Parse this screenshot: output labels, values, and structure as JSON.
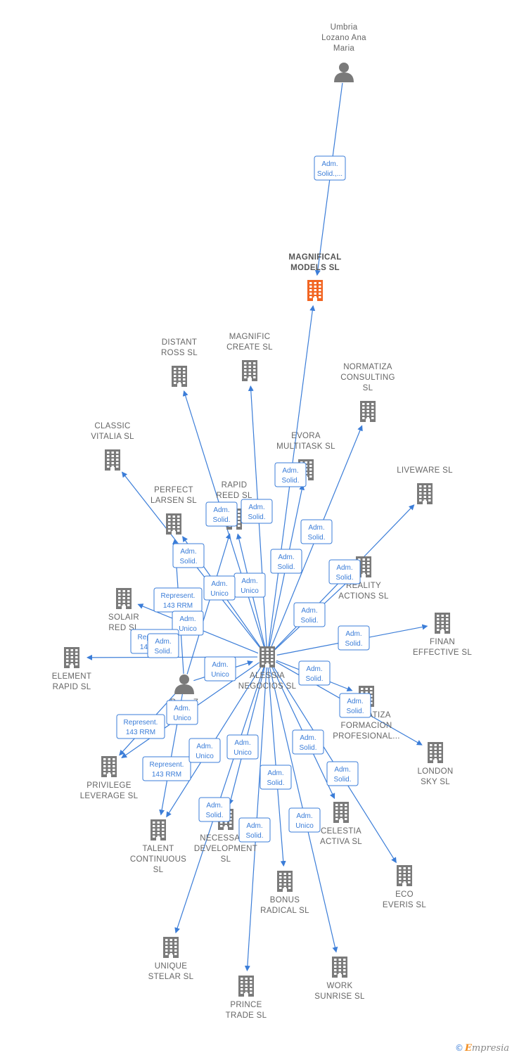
{
  "colors": {
    "edge": "#3b7dd8",
    "company": "#7a7a7a",
    "main_company": "#f26522",
    "person": "#7a7a7a"
  },
  "nodes": [
    {
      "id": "umbria",
      "type": "person",
      "label": [
        "Umbria",
        "Lozano Ana",
        "Maria"
      ]
    },
    {
      "id": "magnifical",
      "type": "main",
      "label": [
        "MAGNIFICAL",
        "MODELS  SL"
      ]
    },
    {
      "id": "distant",
      "type": "company",
      "label": [
        "DISTANT",
        "ROSS  SL"
      ]
    },
    {
      "id": "magnific",
      "type": "company",
      "label": [
        "MAGNIFIC",
        "CREATE  SL"
      ]
    },
    {
      "id": "normatiza_c",
      "type": "company",
      "label": [
        "NORMATIZA",
        "CONSULTING",
        "SL"
      ]
    },
    {
      "id": "classic",
      "type": "company",
      "label": [
        "CLASSIC",
        "VITALIA  SL"
      ]
    },
    {
      "id": "evora",
      "type": "company",
      "label": [
        "EVORA",
        "MULTITASK  SL"
      ]
    },
    {
      "id": "liveware",
      "type": "company",
      "label": [
        "LIVEWARE  SL"
      ]
    },
    {
      "id": "perfect",
      "type": "company",
      "label": [
        "PERFECT",
        "LARSEN  SL"
      ]
    },
    {
      "id": "rapid",
      "type": "company",
      "label": [
        "RAPID",
        "REED  SL"
      ]
    },
    {
      "id": "reality",
      "type": "company",
      "label": [
        "REALITY",
        "ACTIONS  SL"
      ]
    },
    {
      "id": "solair",
      "type": "company",
      "label": [
        "SOLAIR",
        "RED  SL"
      ]
    },
    {
      "id": "finan",
      "type": "company",
      "label": [
        "FINAN",
        "EFFECTIVE  SL"
      ]
    },
    {
      "id": "element",
      "type": "company",
      "label": [
        "ELEMENT",
        "RAPID  SL"
      ]
    },
    {
      "id": "alessia",
      "type": "company",
      "label": [
        "ALESSIA",
        "NEGOCIOS  SL"
      ]
    },
    {
      "id": "person2",
      "type": "person",
      "label": [
        "R...  ...Z",
        "...O"
      ]
    },
    {
      "id": "normatiza_f",
      "type": "company",
      "label": [
        "NORMATIZA",
        "FORMACION",
        "PROFESIONAL..."
      ]
    },
    {
      "id": "london",
      "type": "company",
      "label": [
        "LONDON",
        "SKY  SL"
      ]
    },
    {
      "id": "privilege",
      "type": "company",
      "label": [
        "PRIVILEGE",
        "LEVERAGE  SL"
      ]
    },
    {
      "id": "celestia",
      "type": "company",
      "label": [
        "CELESTIA",
        "ACTIVA  SL"
      ]
    },
    {
      "id": "talent",
      "type": "company",
      "label": [
        "TALENT",
        "CONTINUOUS",
        "SL"
      ]
    },
    {
      "id": "necessary",
      "type": "company",
      "label": [
        "NECESSARY",
        "DEVELOPMENT",
        "SL"
      ]
    },
    {
      "id": "eco",
      "type": "company",
      "label": [
        "ECO",
        "EVERIS  SL"
      ]
    },
    {
      "id": "bonus",
      "type": "company",
      "label": [
        "BONUS",
        "RADICAL  SL"
      ]
    },
    {
      "id": "unique",
      "type": "company",
      "label": [
        "UNIQUE",
        "STELAR  SL"
      ]
    },
    {
      "id": "work",
      "type": "company",
      "label": [
        "WORK",
        "SUNRISE  SL"
      ]
    },
    {
      "id": "prince",
      "type": "company",
      "label": [
        "PRINCE",
        "TRADE  SL"
      ]
    }
  ],
  "edges": [
    {
      "from": "umbria",
      "to": "magnifical",
      "label": [
        "Adm.",
        "Solid.,..."
      ]
    },
    {
      "from": "alessia",
      "to": "magnifical",
      "label": [
        "Adm.",
        "Solid."
      ]
    },
    {
      "from": "alessia",
      "to": "distant",
      "label": [
        "Adm.",
        "Solid."
      ]
    },
    {
      "from": "alessia",
      "to": "magnific",
      "label": [
        "Adm.",
        "Solid."
      ]
    },
    {
      "from": "alessia",
      "to": "normatiza_c",
      "label": [
        "Adm.",
        "Solid."
      ]
    },
    {
      "from": "alessia",
      "to": "classic",
      "label": [
        "Adm.",
        "Solid."
      ]
    },
    {
      "from": "alessia",
      "to": "evora",
      "label": [
        "Adm.",
        "Solid."
      ]
    },
    {
      "from": "alessia",
      "to": "liveware",
      "label": [
        "Adm.",
        "Solid."
      ]
    },
    {
      "from": "alessia",
      "to": "perfect",
      "label": [
        "Represent.",
        "143 RRM"
      ]
    },
    {
      "from": "alessia",
      "to": "rapid",
      "label": [
        "Adm.",
        "Unico"
      ]
    },
    {
      "from": "person2",
      "to": "rapid",
      "label": [
        "Adm.",
        "Unico"
      ]
    },
    {
      "from": "person2",
      "to": "perfect",
      "label": [
        "Adm.",
        "Unico"
      ]
    },
    {
      "from": "alessia",
      "to": "reality",
      "label": [
        "Adm.",
        "Solid."
      ]
    },
    {
      "from": "alessia",
      "to": "solair",
      "label": [
        "Represent.",
        "143 RRM"
      ]
    },
    {
      "from": "alessia",
      "to": "finan",
      "label": [
        "Adm.",
        "Solid."
      ]
    },
    {
      "from": "alessia",
      "to": "element",
      "label": [
        "Adm.",
        "Solid."
      ]
    },
    {
      "from": "alessia",
      "to": "normatiza_f",
      "label": [
        "Adm.",
        "Solid."
      ]
    },
    {
      "from": "alessia",
      "to": "london",
      "label": [
        "Adm.",
        "Solid."
      ]
    },
    {
      "from": "person2",
      "to": "privilege",
      "label": [
        "Represent.",
        "143 RRM"
      ]
    },
    {
      "from": "alessia",
      "to": "privilege",
      "label": [
        "Adm.",
        "Unico"
      ]
    },
    {
      "from": "alessia",
      "to": "celestia",
      "label": [
        "Adm.",
        "Solid."
      ]
    },
    {
      "from": "person2",
      "to": "talent",
      "label": [
        "Represent.",
        "143 RRM"
      ]
    },
    {
      "from": "alessia",
      "to": "talent",
      "label": [
        "Adm.",
        "Unico"
      ]
    },
    {
      "from": "alessia",
      "to": "necessary",
      "label": [
        "Adm.",
        "Unico"
      ]
    },
    {
      "from": "alessia",
      "to": "eco",
      "label": [
        "Adm.",
        "Solid."
      ]
    },
    {
      "from": "alessia",
      "to": "bonus",
      "label": [
        "Adm.",
        "Solid."
      ]
    },
    {
      "from": "alessia",
      "to": "unique",
      "label": [
        "Adm.",
        "Solid."
      ]
    },
    {
      "from": "alessia",
      "to": "work",
      "label": [
        "Adm.",
        "Unico"
      ]
    },
    {
      "from": "alessia",
      "to": "prince",
      "label": [
        "Adm.",
        "Solid."
      ]
    },
    {
      "from": "person2",
      "to": "alessia",
      "label": [
        "Adm.",
        "Unico"
      ]
    }
  ],
  "watermark": {
    "symbol": "©",
    "brand_initial": "E",
    "brand_rest": "mpresia"
  }
}
